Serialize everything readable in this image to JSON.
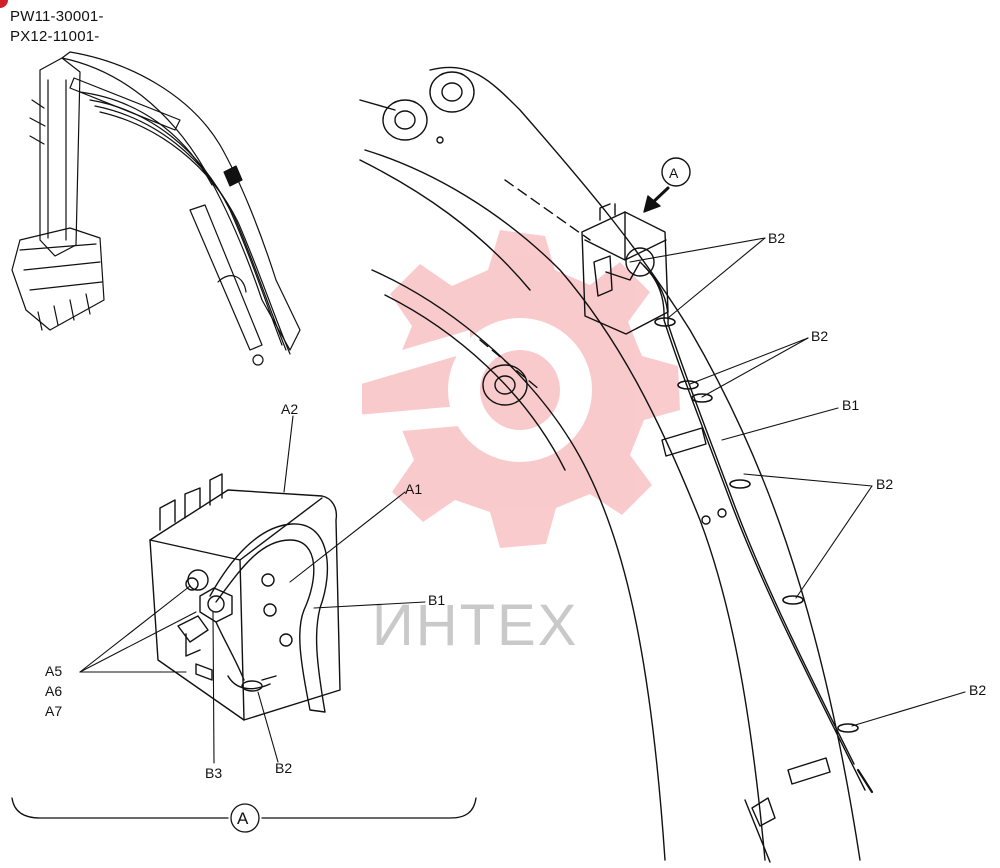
{
  "serials": [
    "PW11-30001-",
    "PX12-11001-"
  ],
  "detail": {
    "name": "A",
    "labels": {
      "a1": "A1",
      "a2": "A2",
      "a5": "A5",
      "a6": "A6",
      "a7": "A7",
      "b1": "B1",
      "b2": "B2",
      "b3": "B3"
    }
  },
  "boom": {
    "view_marker": "A",
    "labels": {
      "b1": "B1",
      "b2_1": "B2",
      "b2_2": "B2",
      "b2_3": "B2",
      "b2_4": "B2"
    }
  },
  "watermark": {
    "text": "ИНТЕХ",
    "color": "#e8131c"
  }
}
